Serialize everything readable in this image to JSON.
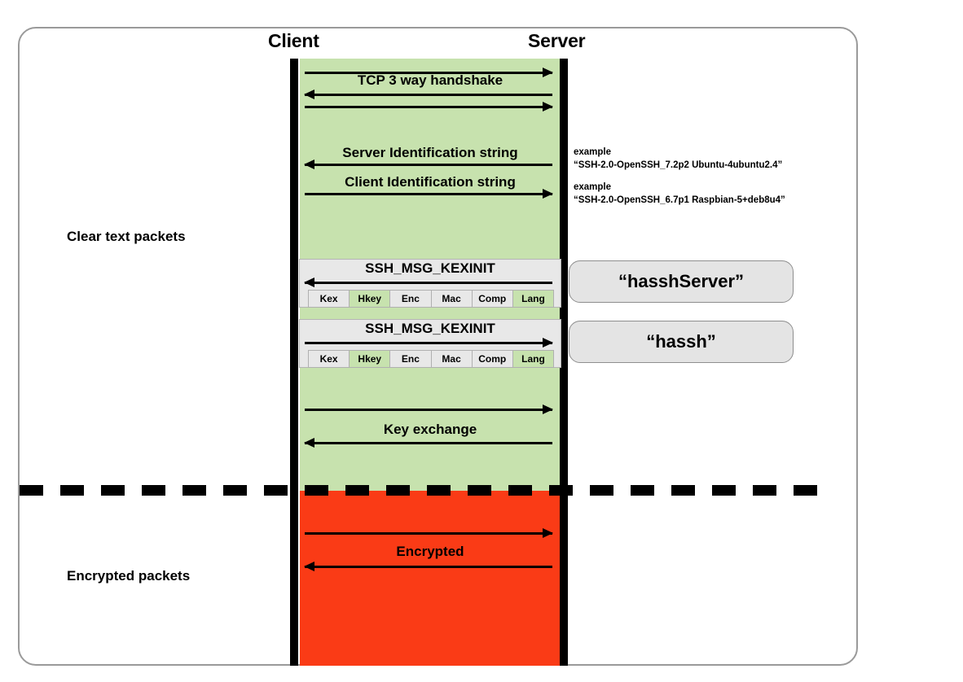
{
  "diagram": {
    "title": "SSH handshake hassh diagram",
    "columns": {
      "client": "Client",
      "server": "Server"
    },
    "side_labels": {
      "clear": "Clear text packets",
      "encrypted": "Encrypted packets"
    },
    "phases": [
      {
        "id": "tcp",
        "caption": "TCP 3 way handshake",
        "arrows": [
          "right",
          "left",
          "right"
        ]
      },
      {
        "id": "server-ident",
        "caption": "Server Identification string",
        "arrows": [
          "left"
        ]
      },
      {
        "id": "client-ident",
        "caption": "Client Identification string",
        "arrows": [
          "right"
        ]
      },
      {
        "id": "key-exchange",
        "caption": "Key exchange",
        "arrows": [
          "right",
          "left"
        ]
      },
      {
        "id": "encrypted",
        "caption": "Encrypted",
        "arrows": [
          "right",
          "left"
        ]
      }
    ],
    "examples": [
      {
        "label": "example",
        "value": "“SSH-2.0-OpenSSH_7.2p2 Ubuntu-4ubuntu2.4”"
      },
      {
        "label": "example",
        "value": "“SSH-2.0-OpenSSH_6.7p1 Raspbian-5+deb8u4”"
      }
    ],
    "kexinit_blocks": [
      {
        "id": "server-kexinit",
        "title": "SSH_MSG_KEXINIT",
        "direction": "left",
        "fields": [
          {
            "label": "Kex",
            "highlighted": false
          },
          {
            "label": "Hkey",
            "highlighted": true
          },
          {
            "label": "Enc",
            "highlighted": false
          },
          {
            "label": "Mac",
            "highlighted": false
          },
          {
            "label": "Comp",
            "highlighted": false
          },
          {
            "label": "Lang",
            "highlighted": true
          }
        ]
      },
      {
        "id": "client-kexinit",
        "title": "SSH_MSG_KEXINIT",
        "direction": "right",
        "fields": [
          {
            "label": "Kex",
            "highlighted": false
          },
          {
            "label": "Hkey",
            "highlighted": true
          },
          {
            "label": "Enc",
            "highlighted": false
          },
          {
            "label": "Mac",
            "highlighted": false
          },
          {
            "label": "Comp",
            "highlighted": false
          },
          {
            "label": "Lang",
            "highlighted": true
          }
        ]
      }
    ],
    "callouts": [
      {
        "id": "hassh-server",
        "text": "“hasshServer”"
      },
      {
        "id": "hassh-client",
        "text": "“hassh”"
      }
    ],
    "colors": {
      "clear_band": "#c7e2ae",
      "encrypted_band": "#fa3b16",
      "lifeline": "#000000",
      "frame_border": "#9a9a9a",
      "block_fill": "#e8e8e8",
      "callout_fill": "#e4e4e4"
    }
  }
}
